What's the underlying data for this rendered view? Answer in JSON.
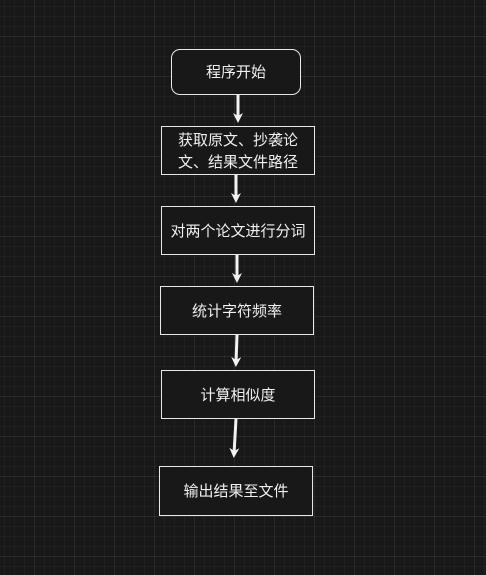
{
  "flowchart": {
    "nodes": [
      {
        "id": "start",
        "label": "程序开始"
      },
      {
        "id": "read",
        "label": "获取原文、抄袭论文、结果文件路径"
      },
      {
        "id": "segment",
        "label": "对两个论文进行分词"
      },
      {
        "id": "count",
        "label": "统计字符频率"
      },
      {
        "id": "similarity",
        "label": "计算相似度"
      },
      {
        "id": "output",
        "label": "输出结果至文件"
      }
    ],
    "edges": [
      {
        "from": "start",
        "to": "read"
      },
      {
        "from": "read",
        "to": "segment"
      },
      {
        "from": "segment",
        "to": "count"
      },
      {
        "from": "count",
        "to": "similarity"
      },
      {
        "from": "similarity",
        "to": "output"
      }
    ],
    "colors": {
      "background": "#181818",
      "stroke": "#e8e8e8",
      "text": "#f0f0f0"
    }
  }
}
